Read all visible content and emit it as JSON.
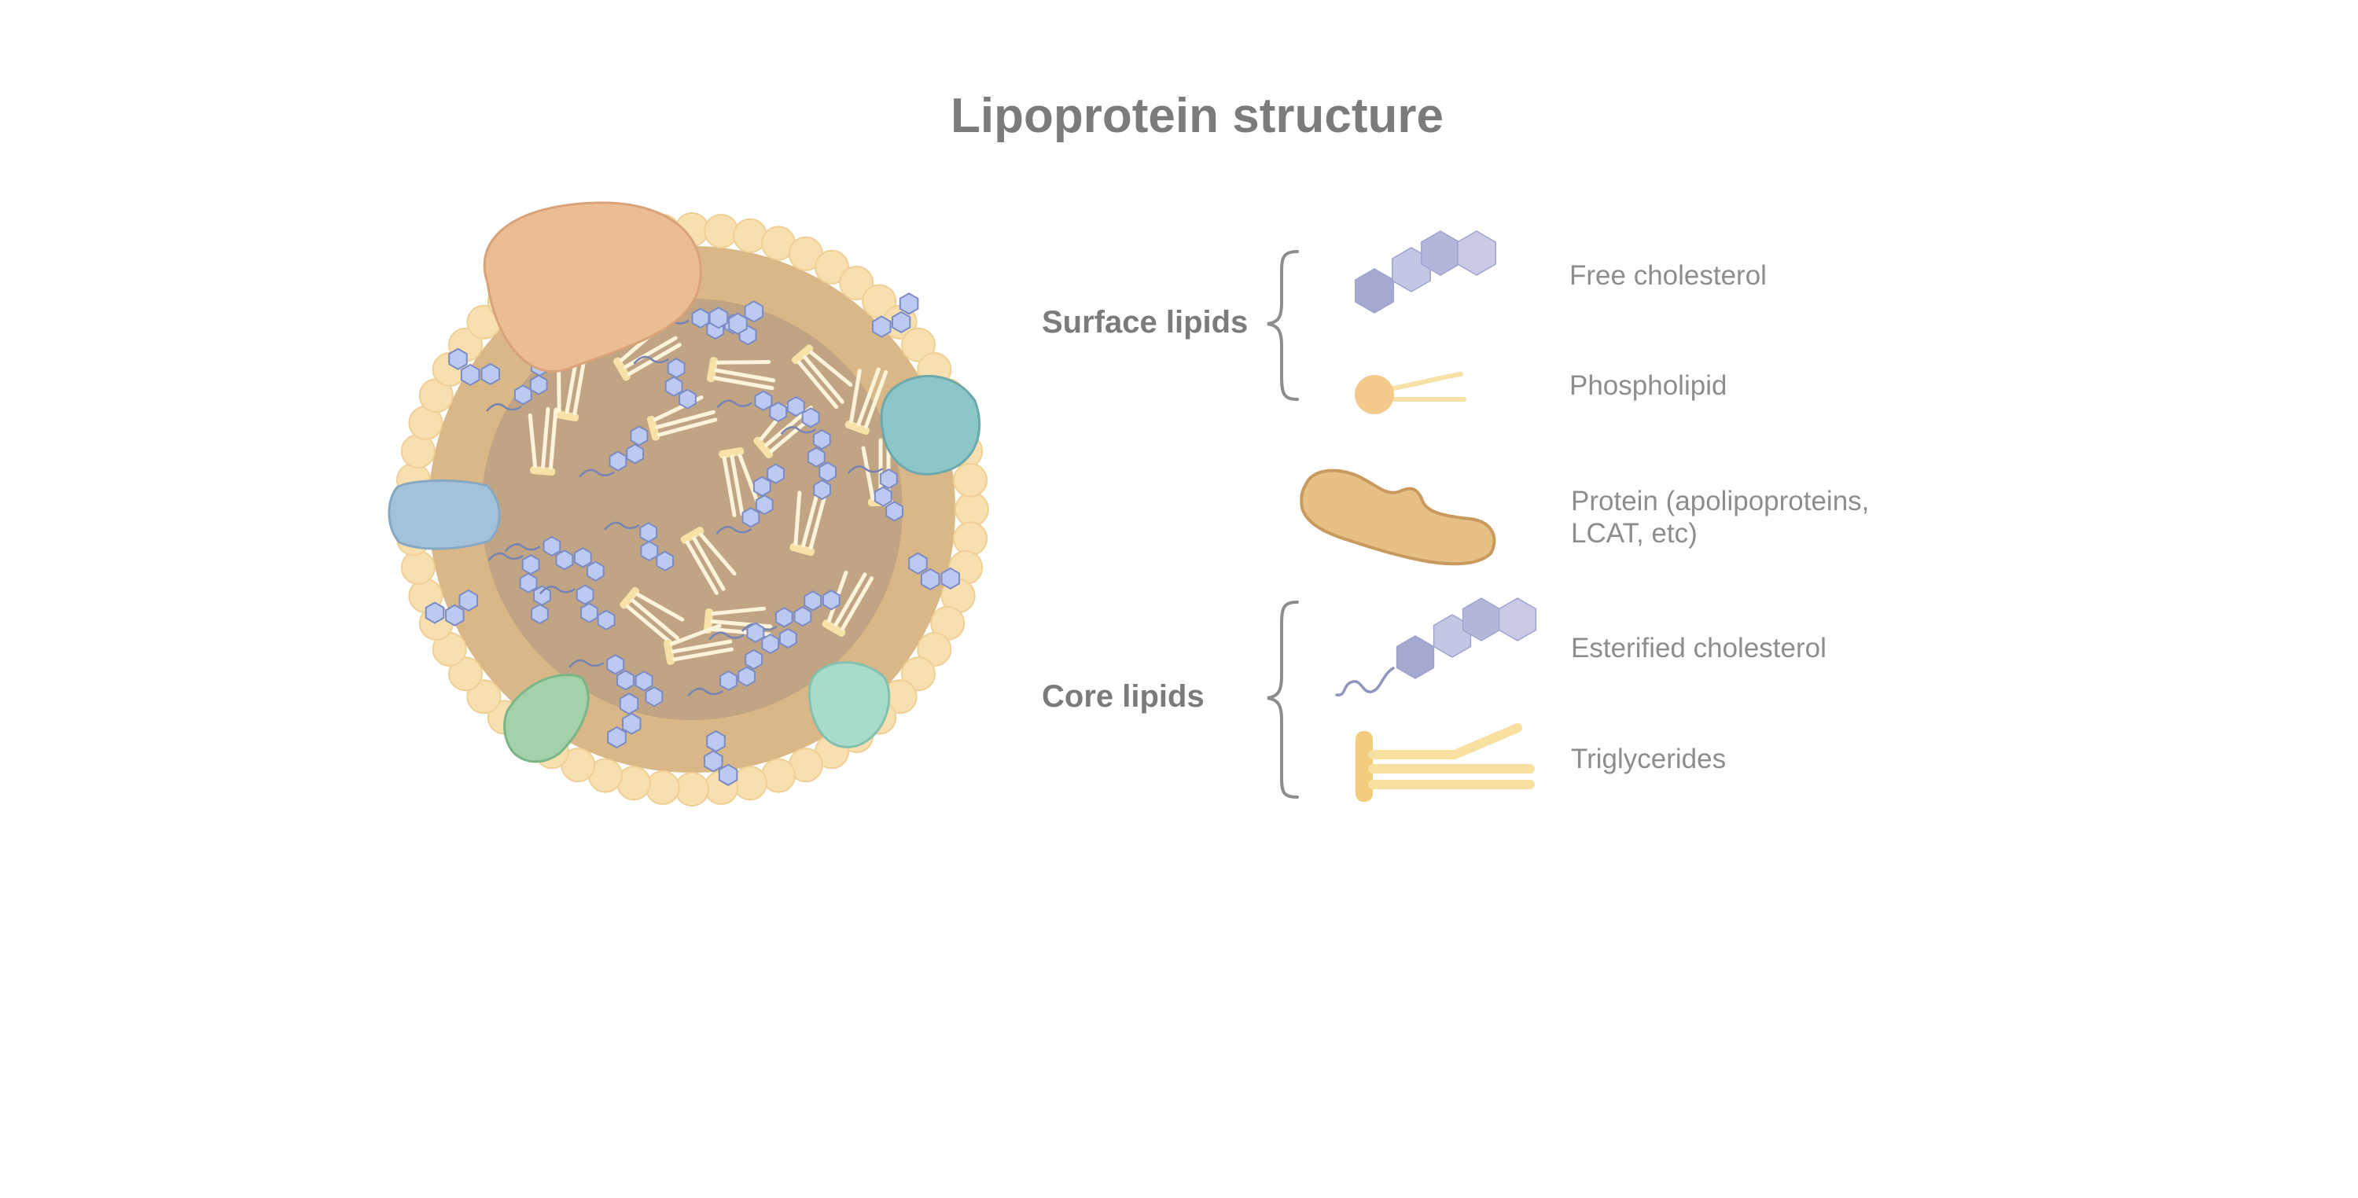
{
  "title": "Lipoprotein structure",
  "legend": {
    "surface_group": "Surface lipids",
    "core_group": "Core lipids",
    "items": {
      "free_cholesterol": "Free cholesterol",
      "phospholipid": "Phospholipid",
      "protein": "Protein (apolipoproteins, LCAT, etc)",
      "esterified_cholesterol": "Esterified cholesterol",
      "triglycerides": "Triglycerides"
    }
  },
  "colors": {
    "core": "#c1a483",
    "shell": "#d9b787",
    "phospholipid_head": "#f7dfb0",
    "tail": "#fbf3da",
    "cholesterol": "#bccaf2",
    "cholesterol_stroke": "#7b8bc4",
    "triglyceride": "#f6e2a6",
    "protein_orange": "#ecbd93",
    "protein_blue": "#a3c2d9",
    "protein_teal": "#8cc6c9",
    "protein_green": "#a3d1aa",
    "protein_mint": "#a8dbcb",
    "legend_protein": "#e6c085",
    "brace": "#8d8d8d"
  }
}
